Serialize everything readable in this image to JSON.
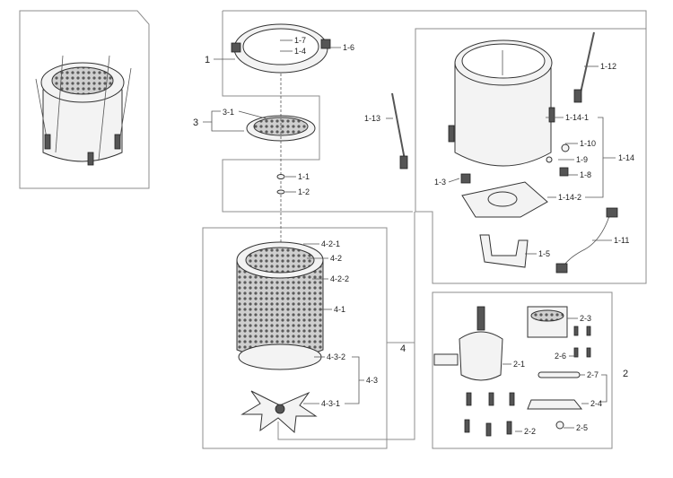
{
  "labels": {
    "l1": "1",
    "l1_7": "1-7",
    "l1_4": "1-4",
    "l1_6": "1-6",
    "l3": "3",
    "l3_1": "3-1",
    "l1_1": "1-1",
    "l1_2": "1-2",
    "l1_12": "1-12",
    "l1_13": "1-13",
    "l1_14_1": "1-14-1",
    "l1_10": "1-10",
    "l1_14": "1-14",
    "l1_9": "1-9",
    "l1_8": "1-8",
    "l1_3": "1-3",
    "l1_14_2": "1-14-2",
    "l1_11": "1-11",
    "l1_5": "1-5",
    "l4_2_1": "4-2-1",
    "l4_2": "4-2",
    "l4_2_2": "4-2-2",
    "l4_1": "4-1",
    "l4_3_2": "4-3-2",
    "l4": "4",
    "l4_3": "4-3",
    "l4_3_1": "4-3-1",
    "l2_3": "2-3",
    "l2_6": "2-6",
    "l2_1": "2-1",
    "l2_7": "2-7",
    "l2": "2",
    "l2_4": "2-4",
    "l2_2": "2-2",
    "l2_5": "2-5"
  }
}
